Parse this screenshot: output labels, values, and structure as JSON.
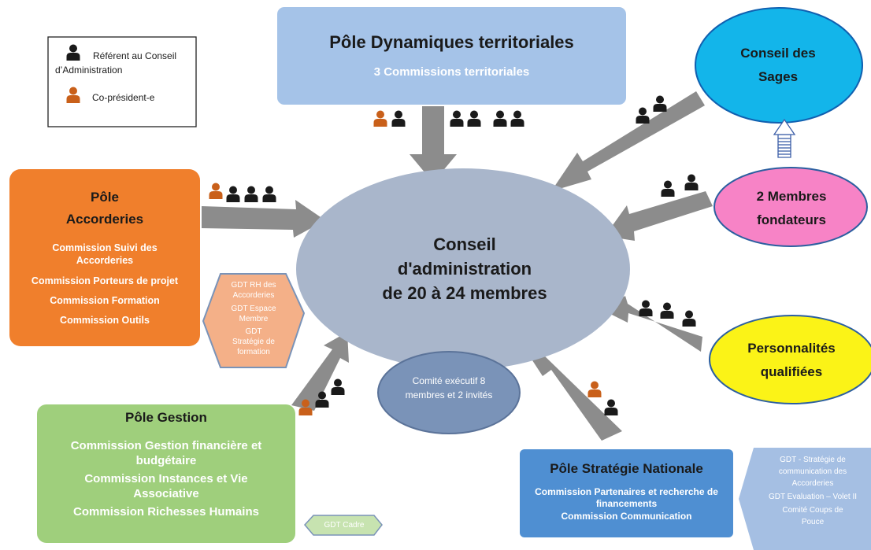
{
  "legend": {
    "referent_label": "Référent au Conseil d’Administration",
    "copresident_label": "Co-président-e"
  },
  "center": {
    "line1": "Conseil",
    "line2": "d'administration",
    "line3": "de 20 à 24 membres"
  },
  "comite": {
    "text": "Comité exécutif 8 membres et 2 invités"
  },
  "pole_dynamiques": {
    "title": "Pôle Dynamiques territoriales",
    "subtitle": "3 Commissions territoriales"
  },
  "pole_accorderies": {
    "title1": "Pôle",
    "title2": "Accorderies",
    "items": [
      "Commission Suivi des Accorderies",
      "Commission Porteurs de projet",
      "Commission Formation",
      "Commission Outils"
    ],
    "gdt": [
      "GDT RH des Accorderies",
      "GDT Espace Membre",
      "GDT Stratégie de formation"
    ]
  },
  "pole_gestion": {
    "title": "Pôle Gestion",
    "items": [
      "Commission Gestion financière et budgétaire",
      "Commission Instances et Vie Associative",
      "Commission Richesses Humains"
    ],
    "gdt": "GDT Cadre"
  },
  "pole_strategie": {
    "title": "Pôle Stratégie Nationale",
    "items": [
      "Commission Partenaires et recherche de financements",
      "Commission Communication"
    ],
    "gdt": [
      "GDT - Stratégie de communication des Accorderies",
      "GDT Evaluation – Volet II",
      "Comité Coups de Pouce"
    ]
  },
  "conseil_sages": {
    "line1": "Conseil des",
    "line2": "Sages"
  },
  "membres_fondateurs": {
    "line1": "2 Membres",
    "line2": "fondateurs"
  },
  "personnalites": {
    "line1": "Personnalités",
    "line2": "qualifiées"
  },
  "colors": {
    "center": "#a9b6cb",
    "comite": "#7a93b8",
    "pole_dynamiques": "#a5c3e8",
    "pole_accorderies": "#f07f2c",
    "gdt_accorderies": "#f4b088",
    "pole_gestion": "#9fcf7c",
    "pole_strategie": "#4f8fd2",
    "gdt_strategie": "#a5bfe3",
    "sages": "#13b5ea",
    "fondateurs": "#f783c6",
    "personnalites": "#fbf317",
    "arrow": "#8c8c8c",
    "referent": "#1a1a1a",
    "copresident": "#c9601a"
  }
}
